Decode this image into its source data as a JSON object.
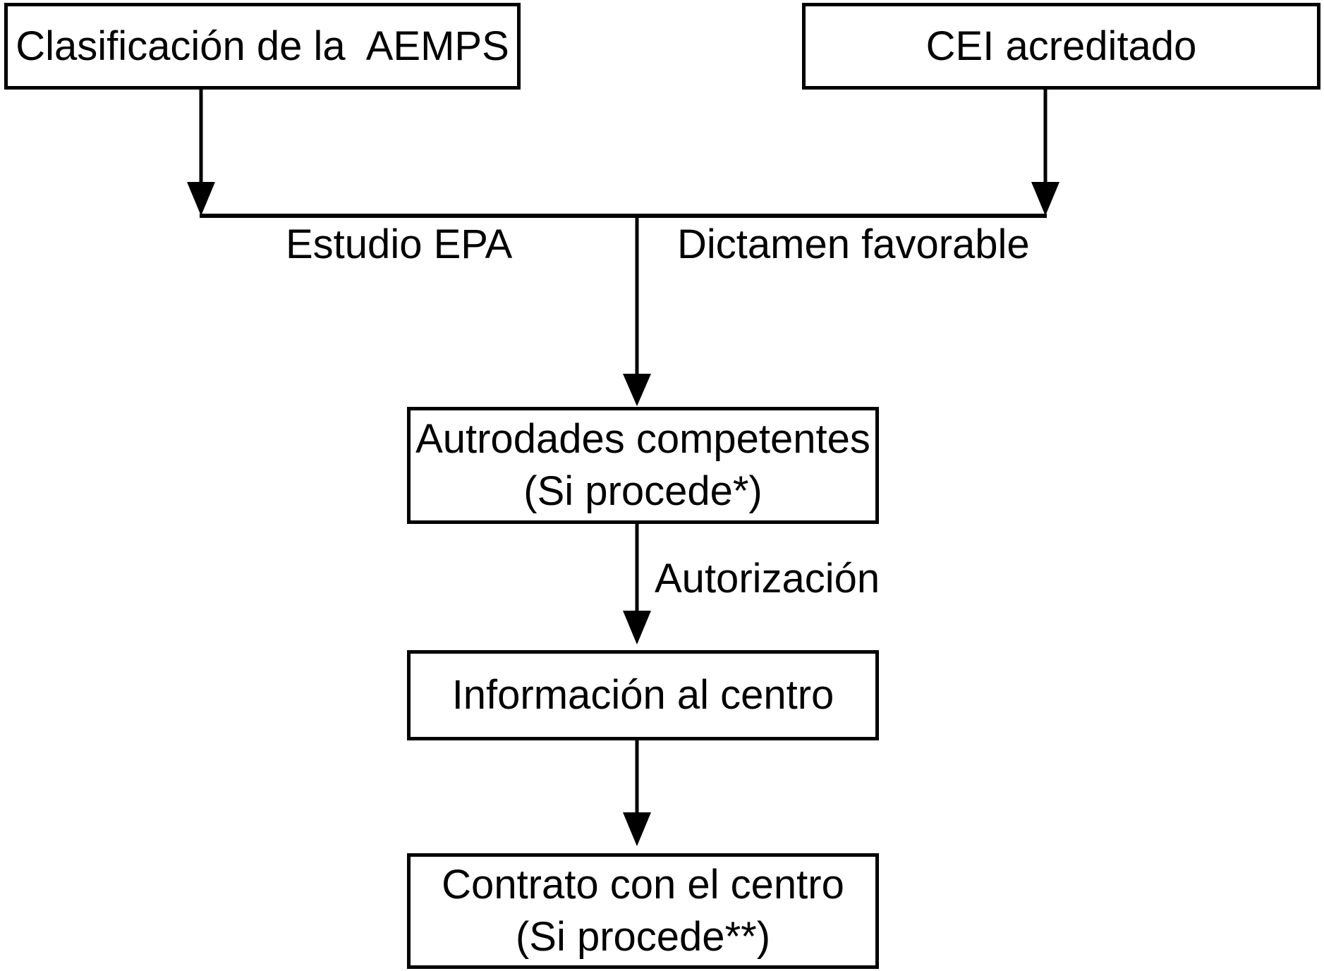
{
  "colors": {
    "background": "#ffffff",
    "line": "#000000",
    "text": "#000000"
  },
  "nodes": {
    "aemps": {
      "label": "Clasificación de la  AEMPS"
    },
    "cei": {
      "label": "CEI acreditado"
    },
    "autoridades": {
      "line1": "Autrodades competentes",
      "line2": "(Si procede*)"
    },
    "informacion": {
      "label": "Información al centro"
    },
    "contrato": {
      "line1": "Contrato con el centro",
      "line2": "(Si procede**)"
    }
  },
  "edge_labels": {
    "estudio_epa": "Estudio EPA",
    "dictamen_favorable": "Dictamen favorable",
    "autorizacion": "Autorización"
  }
}
